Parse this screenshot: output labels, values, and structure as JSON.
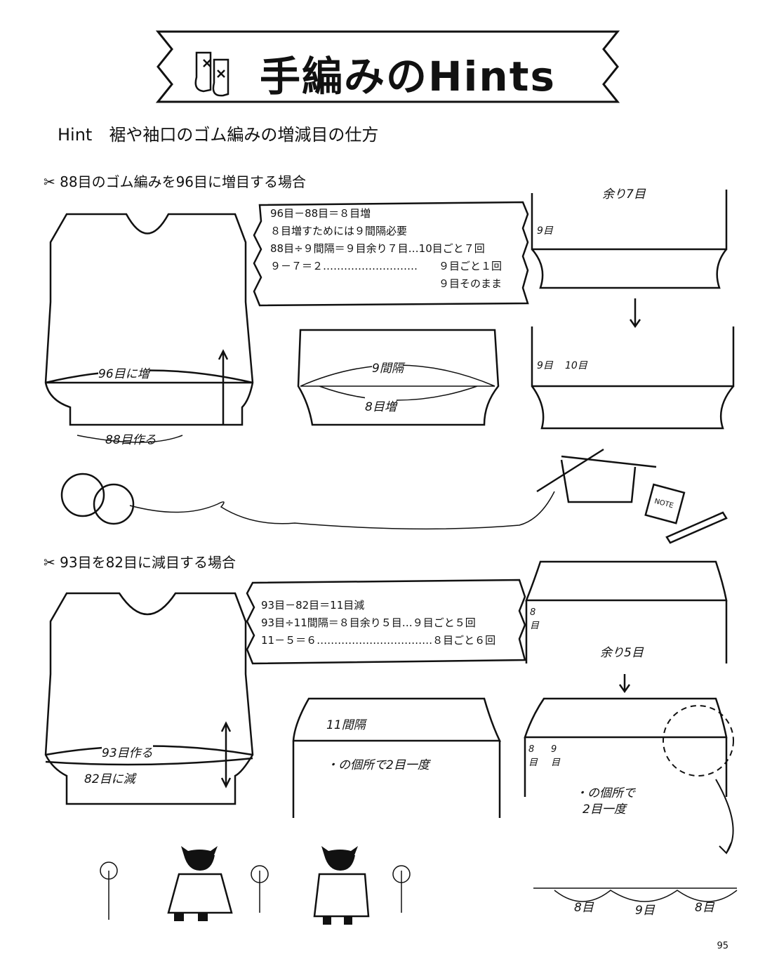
{
  "header": {
    "title": "手編みのHints",
    "subtitle": "Hint　裾や袖口のゴム編みの増減目の仕方"
  },
  "section1": {
    "heading": "88目のゴム編みを96目に増目する場合",
    "calc": [
      "96目－88目＝８目増",
      "８目増すためには９間隔必要",
      "88目÷９間隔＝９目余り７目…10目ごと７回",
      "９－７＝２………………………",
      "９目ごと１回",
      "９目そのまま"
    ],
    "labels": {
      "increase_to": "96目に増",
      "cast_on": "88目作る",
      "intervals": "9間隔",
      "increase": "8目増",
      "remaining": "余り7目",
      "nine": "9目",
      "ten": "10目",
      "eq": "＝"
    }
  },
  "section2": {
    "heading": "93目を82目に減目する場合",
    "calc": [
      "93目－82目＝11目減",
      "93目÷11間隔＝８目余り５目…９目ごと５回",
      "11－５＝６……………………………８目ごと６回"
    ],
    "labels": {
      "cast_on": "93目作る",
      "decrease_to": "82目に減",
      "intervals": "11間隔",
      "k2tog": "・の個所で2目一度",
      "k2tog_line1": "・の個所で",
      "k2tog_line2": "2目一度",
      "remaining": "余り5目",
      "eight": "8目",
      "nine": "9目"
    },
    "bottom_counts": [
      "8目",
      "9目",
      "8目"
    ]
  },
  "illustration": {
    "note_label": "NOTE"
  },
  "page_number": "95"
}
